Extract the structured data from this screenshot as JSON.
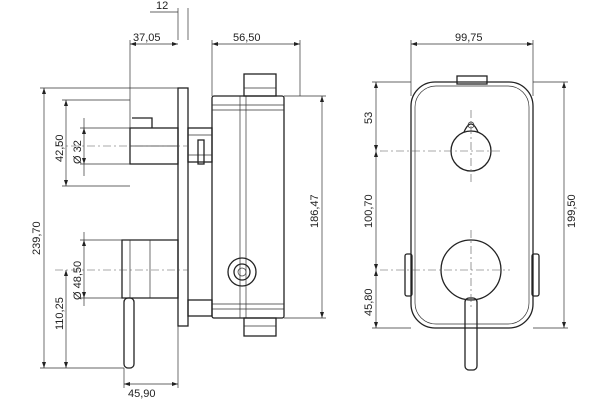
{
  "side_view": {
    "dims": {
      "top_offset": "12",
      "depth_overall": "37,05",
      "body_depth": "56,50",
      "total_height": "239,70",
      "lever_dia_label": "Ø 32",
      "lever_dia": "42,50",
      "handle_dia": "Ø 48,50",
      "handle_height": "110,25",
      "body_height": "186,47",
      "bottom_depth": "45,90"
    }
  },
  "front_view": {
    "dims": {
      "width": "99,75",
      "height": "199,50",
      "top_gap": "53",
      "center_spacing": "100,70",
      "bottom_gap": "45,80"
    }
  }
}
